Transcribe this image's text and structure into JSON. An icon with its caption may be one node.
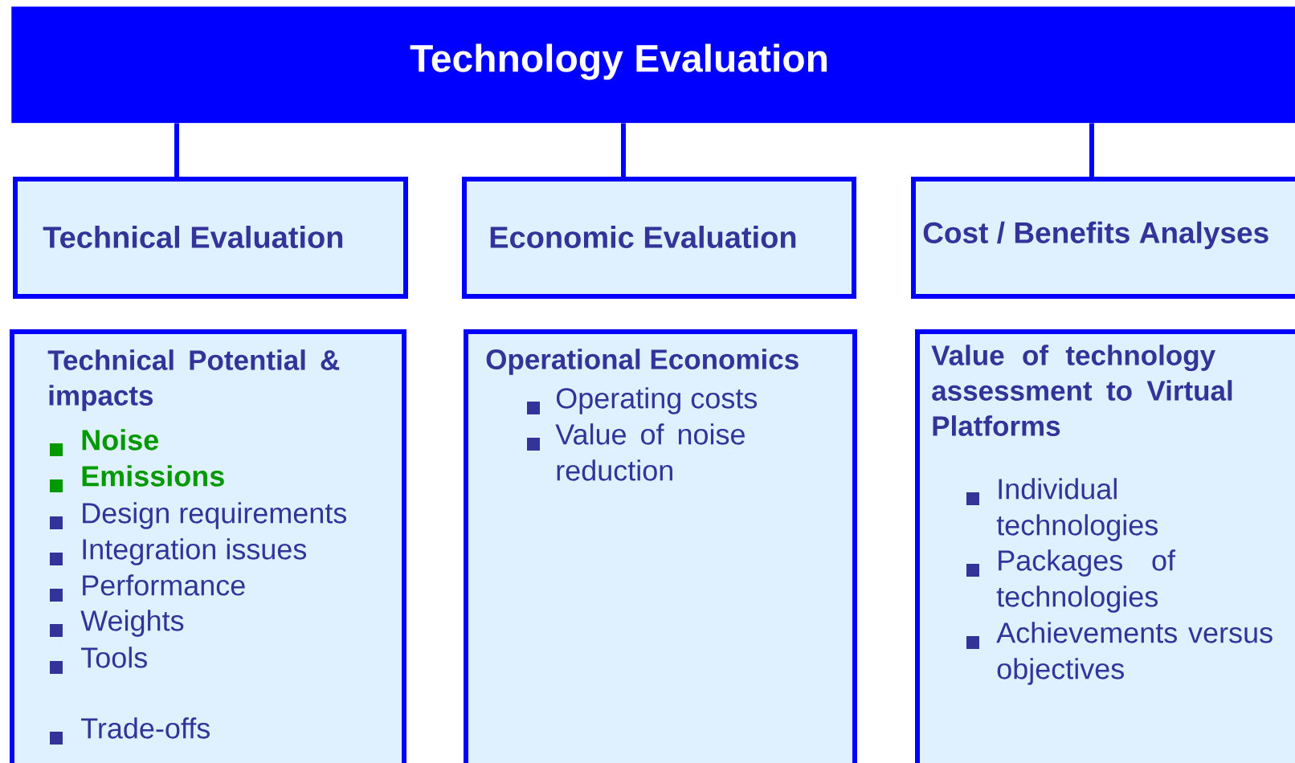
{
  "diagram": {
    "nodes": [
      {
        "text": [
          "Technology Evaluation"
        ]
      },
      {
        "text": [
          "Technical Evaluation"
        ]
      },
      {
        "text": [
          "Economic Evaluation"
        ]
      },
      {
        "text": [
          "Cost / Benefits Analyses"
        ]
      },
      {
        "text": [
          "Technical Potential & impacts",
          "Noise",
          "Emissions",
          "Design requirements",
          "Integration issues",
          "Performance",
          "Weights",
          "Tools",
          "Trade-offs"
        ]
      },
      {
        "text": [
          "Operational Economics",
          "Operating costs",
          "Value of noise reduction"
        ]
      },
      {
        "text": [
          "Value of technology assessment to Virtual Platforms",
          "Individual technologies",
          "Packages of technologies",
          "Achievements versus objectives"
        ]
      }
    ],
    "edges": [
      {
        "from": 0,
        "to": 1,
        "arrow": "none"
      },
      {
        "from": 0,
        "to": 2,
        "arrow": "none"
      },
      {
        "from": 0,
        "to": 3,
        "arrow": "none"
      }
    ]
  }
}
